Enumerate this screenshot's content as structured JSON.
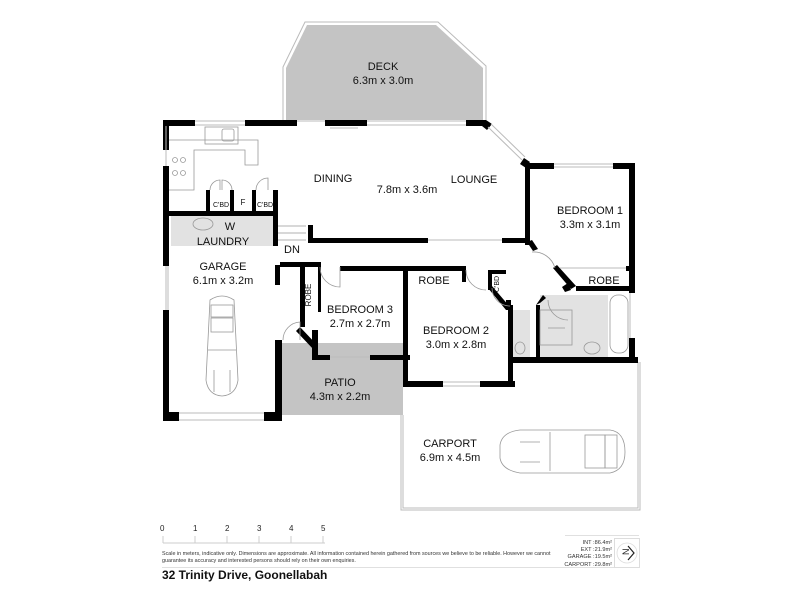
{
  "rooms": {
    "deck": {
      "name": "DECK",
      "size": "6.3m x 3.0m"
    },
    "dining": {
      "name": "DINING"
    },
    "living_size": "7.8m x 3.6m",
    "lounge": {
      "name": "LOUNGE"
    },
    "bedroom1": {
      "name": "BEDROOM 1",
      "size": "3.3m x 3.1m"
    },
    "bedroom2": {
      "name": "BEDROOM 2",
      "size": "3.0m x 2.8m"
    },
    "bedroom3": {
      "name": "BEDROOM 3",
      "size": "2.7m x 2.7m"
    },
    "garage": {
      "name": "GARAGE",
      "size": "6.1m x 3.2m"
    },
    "laundry": {
      "name": "LAUNDRY",
      "washer": "W"
    },
    "patio": {
      "name": "PATIO",
      "size": "4.3m x 2.2m"
    },
    "carport": {
      "name": "CARPORT",
      "size": "6.9m x 4.5m"
    }
  },
  "labels": {
    "cbd": "C'BD",
    "fridge": "F",
    "robe": "ROBE",
    "cbd_vertical": "C'BD",
    "stairs_down": "DN"
  },
  "scale_bar": {
    "ticks": [
      "0",
      "1",
      "2",
      "3",
      "4",
      "5"
    ]
  },
  "disclaimer": "Scale in meters, indicative only. Dimensions are approximate. All information contained herein gathered from sources we believe to be reliable. However we cannot guarantee its accuracy and interested persons should rely on their own enquiries.",
  "areas": [
    {
      "label": "INT",
      "value": "86.4m²"
    },
    {
      "label": "EXT",
      "value": "21.9m²"
    },
    {
      "label": "GARAGE",
      "value": "19.5m²"
    },
    {
      "label": "CARPORT",
      "value": "29.8m²"
    }
  ],
  "compass": {
    "symbol": "N"
  },
  "address": "32 Trinity Drive, Goonellabah",
  "colors": {
    "wall": "#000000",
    "shaded_area": "#c4c4c4",
    "wet_area": "#e2e2e2",
    "outline": "#bbbbbb"
  }
}
